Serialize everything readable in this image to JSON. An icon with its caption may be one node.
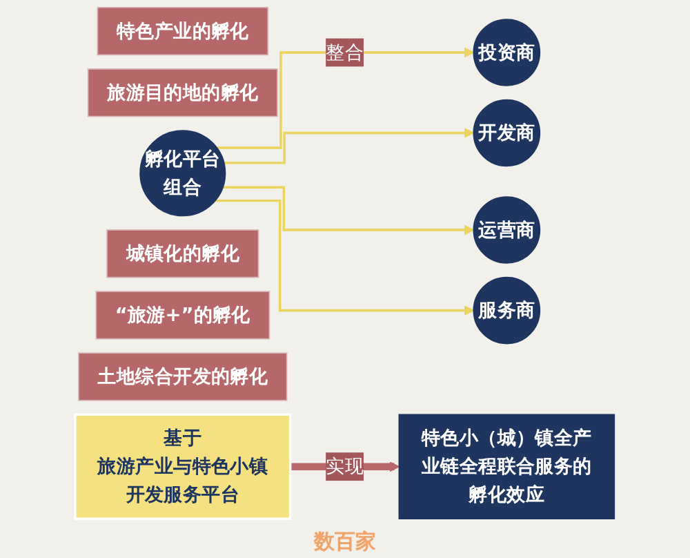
{
  "diagram": {
    "nodes": [
      {
        "text": [
          "特色产业的孵化"
        ]
      },
      {
        "text": [
          "旅游目的地的孵化"
        ]
      },
      {
        "text": [
          "孵化平台",
          "组合"
        ]
      },
      {
        "text": [
          "城镇化的孵化"
        ]
      },
      {
        "text": [
          "“旅游+”的孵化"
        ]
      },
      {
        "text": [
          "土地综合开发的孵化"
        ]
      },
      {
        "text": [
          "投资商"
        ]
      },
      {
        "text": [
          "开发商"
        ]
      },
      {
        "text": [
          "运营商"
        ]
      },
      {
        "text": [
          "服务商"
        ]
      },
      {
        "text": [
          "基于",
          "旅游产业与特色小镇开发服务平台"
        ]
      },
      {
        "text": [
          "特色小（城）镇全产业链全程联合服务的孵化效应"
        ]
      }
    ],
    "edges": [
      {
        "from": 2,
        "to": 6,
        "arrow": "to",
        "label": "整合"
      },
      {
        "from": 2,
        "to": 7,
        "arrow": "to"
      },
      {
        "from": 2,
        "to": 8,
        "arrow": "to"
      },
      {
        "from": 2,
        "to": 9,
        "arrow": "to"
      },
      {
        "from": 10,
        "to": 11,
        "arrow": "to",
        "label": "实现",
        "style": "thick",
        "color": "#b8686a"
      }
    ],
    "labels": [
      "数百家"
    ]
  }
}
